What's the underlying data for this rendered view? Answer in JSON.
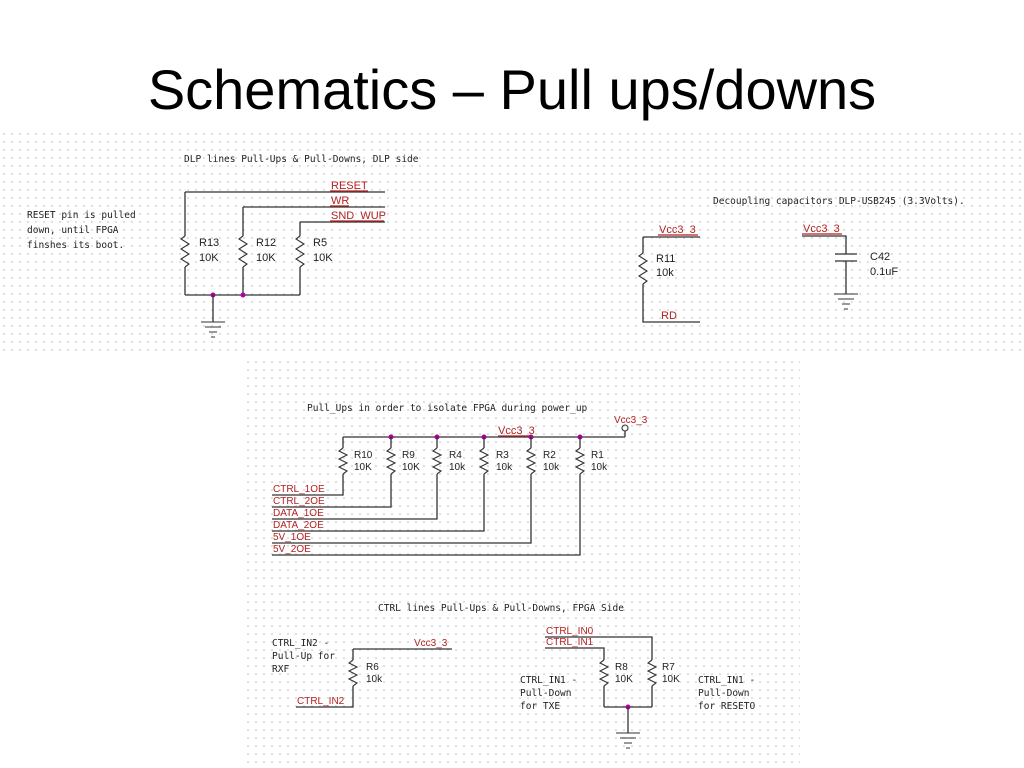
{
  "slide": {
    "title": "Schematics – Pull ups/downs"
  },
  "panel_dlp": {
    "heading": "DLP lines Pull-Ups & Pull-Downs, DLP side",
    "note": [
      "RESET pin is pulled",
      "down, until FPGA",
      "finshes its boot."
    ],
    "nets": [
      "RESET",
      "WR",
      "SND_WUP"
    ],
    "resistors": [
      {
        "ref": "R13",
        "value": "10K"
      },
      {
        "ref": "R12",
        "value": "10K"
      },
      {
        "ref": "R5",
        "value": "10K"
      }
    ]
  },
  "panel_decoupling": {
    "heading": "Decoupling capacitors DLP-USB245 (3.3Volts).",
    "r11": {
      "net_top": "Vcc3_3",
      "ref": "R11",
      "value": "10k",
      "net_bottom": "RD"
    },
    "c42": {
      "net_top": "Vcc3_3",
      "ref": "C42",
      "value": "0.1uF"
    }
  },
  "panel_fpga_pullups": {
    "heading": "Pull_Ups in order to isolate FPGA during power_up",
    "rail_label": "Vcc3_3",
    "supply_label": "Vcc3_3",
    "resistors": [
      {
        "ref": "R10",
        "value": "10K"
      },
      {
        "ref": "R9",
        "value": "10K"
      },
      {
        "ref": "R4",
        "value": "10k"
      },
      {
        "ref": "R3",
        "value": "10k"
      },
      {
        "ref": "R2",
        "value": "10k"
      },
      {
        "ref": "R1",
        "value": "10k"
      }
    ],
    "nets": [
      "CTRL_1OE",
      "CTRL_2OE",
      "DATA_1OE",
      "DATA_2OE",
      "5V_1OE",
      "5V_2OE"
    ]
  },
  "panel_ctrl": {
    "heading": "CTRL lines Pull-Ups & Pull-Downs, FPGA Side",
    "left_note": [
      "CTRL_IN2 -",
      "Pull-Up for",
      "RXF"
    ],
    "r6": {
      "net_top": "Vcc3_3",
      "ref": "R6",
      "value": "10k",
      "net_bottom": "CTRL_IN2"
    },
    "nets_right": [
      "CTRL_IN0",
      "CTRL_IN1"
    ],
    "r8": {
      "ref": "R8",
      "value": "10K"
    },
    "r7": {
      "ref": "R7",
      "value": "10K"
    },
    "mid_note": [
      "CTRL_IN1 -",
      "Pull-Down",
      "for TXE"
    ],
    "right_note": [
      "CTRL_IN1 -",
      "Pull-Down",
      "for RESETO"
    ]
  }
}
